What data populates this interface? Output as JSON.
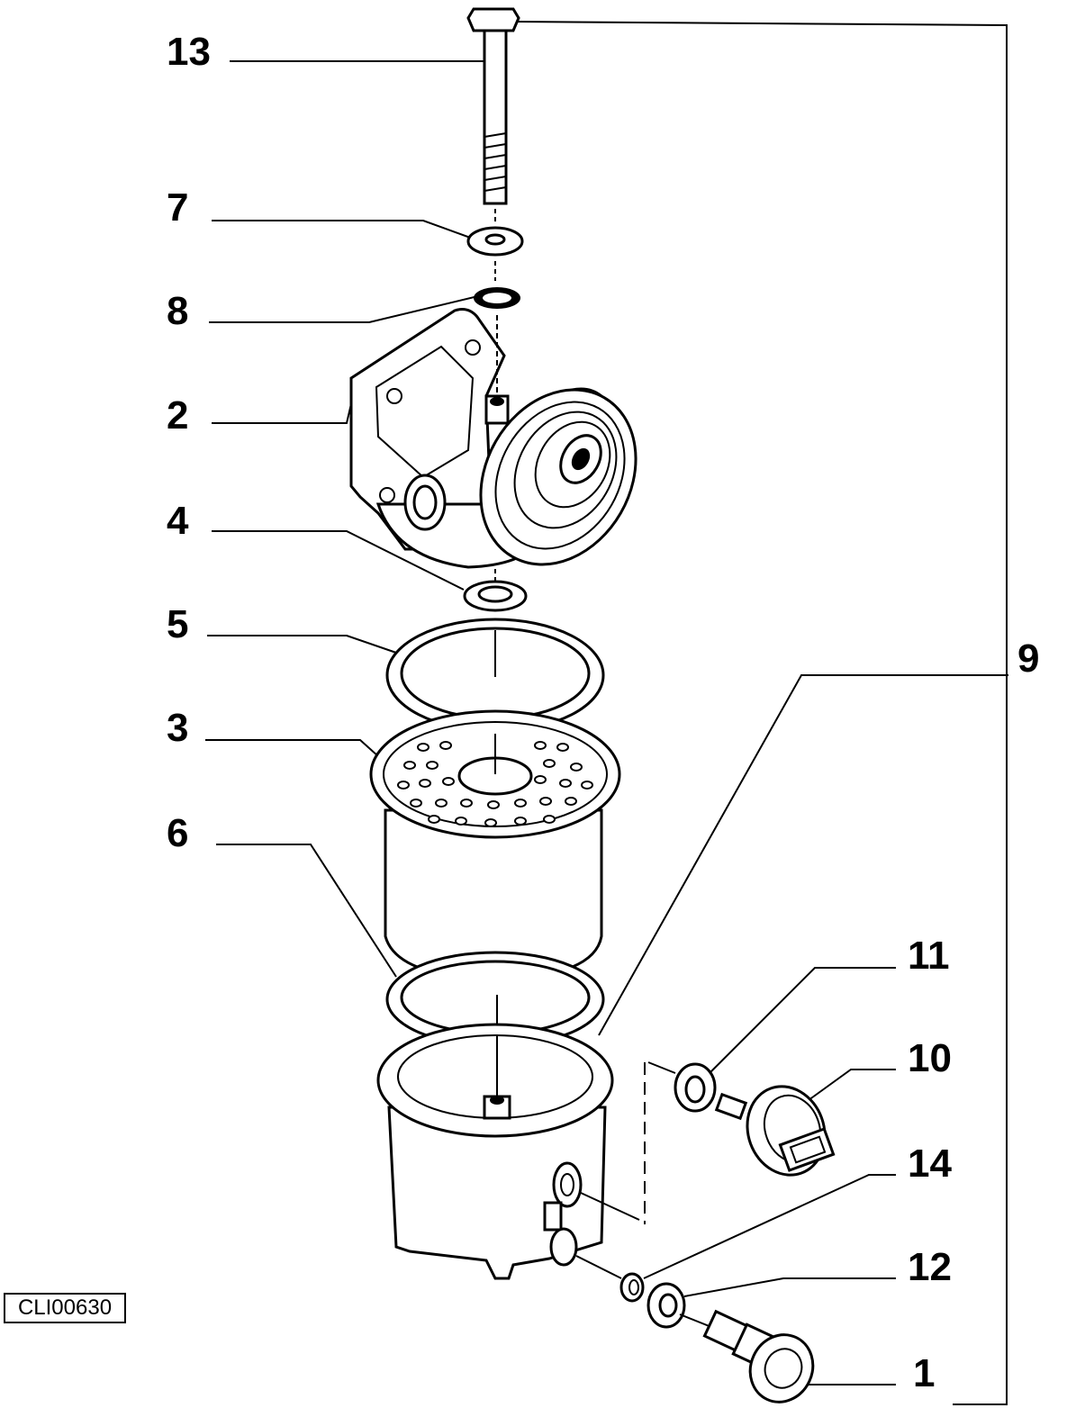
{
  "diagram": {
    "reference_code": "CLI00630",
    "callouts": {
      "c13": "13",
      "c7": "7",
      "c8": "8",
      "c2": "2",
      "c4": "4",
      "c5": "5",
      "c3": "3",
      "c6": "6",
      "c9": "9",
      "c11": "11",
      "c10": "10",
      "c14": "14",
      "c12": "12",
      "c1": "1"
    }
  }
}
